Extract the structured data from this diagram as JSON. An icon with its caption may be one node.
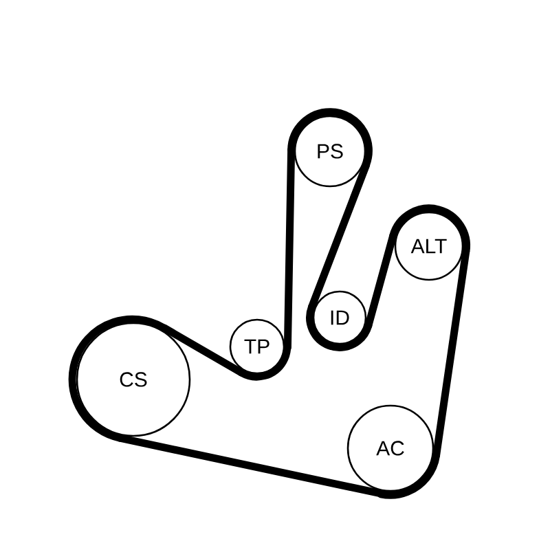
{
  "diagram": {
    "nodes": [
      {
        "text": [
          "PS"
        ]
      },
      {
        "text": [
          "ALT"
        ]
      },
      {
        "text": [
          "ID"
        ]
      },
      {
        "text": [
          "TP"
        ]
      },
      {
        "text": [
          "CS"
        ]
      },
      {
        "text": [
          "AC"
        ]
      }
    ],
    "edges": [
      {
        "from": 4,
        "to": 3,
        "arrow": "none"
      },
      {
        "from": 3,
        "to": 0,
        "arrow": "none"
      },
      {
        "from": 0,
        "to": 2,
        "arrow": "none"
      },
      {
        "from": 2,
        "to": 1,
        "arrow": "none"
      },
      {
        "from": 1,
        "to": 5,
        "arrow": "none"
      },
      {
        "from": 5,
        "to": 4,
        "arrow": "none"
      }
    ]
  }
}
